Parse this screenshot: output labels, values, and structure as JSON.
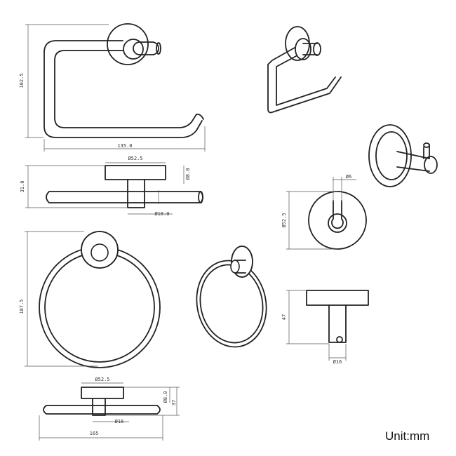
{
  "dimensions": {
    "tp_height": "102.5",
    "tp_width": "135.0",
    "tp_base_dia": "Ø52.5",
    "tp_depth": "31.0",
    "tp_pin_dia": "Ø8.0",
    "tp_post_dia": "Ø16.0",
    "hook_pin_dia": "Ø6",
    "hook_base_dia": "Ø52.5",
    "hook_height": "47",
    "hook_post_dia": "Ø16",
    "ring_height": "187.5",
    "ring_base_dia": "Ø52.5",
    "ring_pin_dia": "Ø8.0",
    "ring_depth": "37",
    "ring_post_dia": "Ø16",
    "ring_width": "165"
  },
  "unit_label": "Unit:mm"
}
